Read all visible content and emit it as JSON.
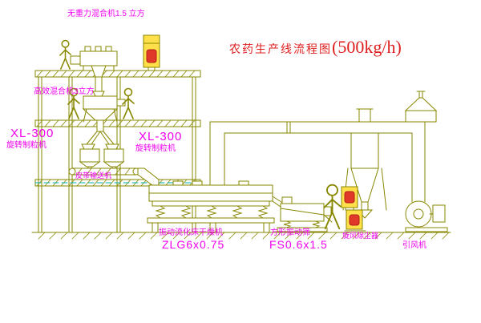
{
  "title": {
    "main": "农药生产线流程图",
    "capacity": "(500kg/h)"
  },
  "labels": {
    "roof_mixer": "无重力混合机1.5 立方",
    "floor_mixer": "高效混合机3立方",
    "granulator_left_model": "XL-300",
    "granulator_left_name": "旋转制粒机",
    "granulator_mid_model": "XL-300",
    "granulator_mid_name": "旋转制粒机",
    "belt_conveyor": "皮带输送机",
    "dryer_name": "振动流化床干燥机",
    "dryer_model": "ZLG6x0.75",
    "screen_name": "方形振动筛",
    "screen_model": "FS0.6x1.5",
    "cyclone": "旋风除尘器",
    "fan": "引风机"
  },
  "colors": {
    "line": "#878700",
    "label": "#F000F0",
    "title": "#E02020",
    "panel_fill": "#FFDF4A",
    "button": "#E0392A",
    "level_line": "#00AFAF",
    "background": "#FFFFFF"
  }
}
